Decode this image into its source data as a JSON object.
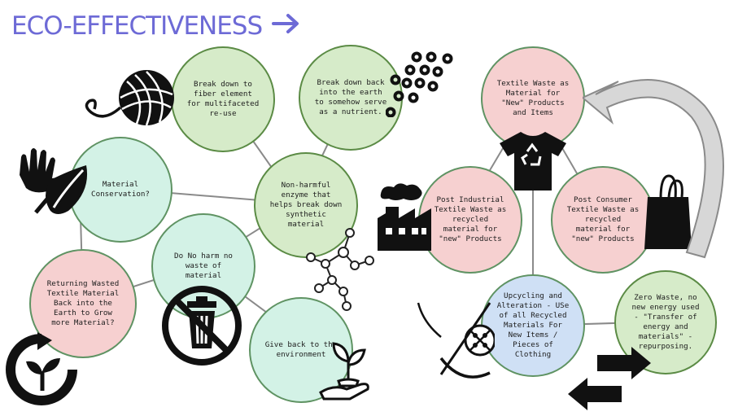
{
  "title": "ECO-EFFECTIVENESS",
  "nodes": {
    "fiber": "Break down to fiber element for multifaceted re-use",
    "earth": "Break down back into the earth to somehow serve as a nutrient.",
    "conservation": "Material Conservation?",
    "enzyme": "Non-harmful enzyme that helps break down synthetic material",
    "no_harm": "Do No harm no waste of material",
    "returning": "Returning Wasted Textile Material Back into the Earth to Grow more Material?",
    "give_back": "Give back to the environment",
    "textile_waste": "Textile Waste as Material for \"New\" Products and Items",
    "post_industrial": "Post Industrial Textile Waste as recycled material for \"new\" Products",
    "post_consumer": "Post Consumer Textile Waste as recycled material for \"new\" Products",
    "upcycling": "Upcycling and Alteration - USe of all Recycled Materials For New Items / Pieces of Clothing",
    "zero_waste": "Zero Waste, no new energy used - \"Transfer of energy and materials\" - repurposing."
  },
  "colors": {
    "title": "#6d6ad6",
    "green": "#d6ebc9",
    "mint": "#d3f2e6",
    "pink": "#f6d0d0",
    "blue": "#cfe0f5",
    "border": "#5b8b45",
    "connector": "#8a8a8a"
  },
  "icons": [
    "arrow-right-icon",
    "yarn-ball-icon",
    "seeds-icon",
    "hands-leaf-icon",
    "molecule-icon",
    "no-trash-icon",
    "recycle-sprout-icon",
    "hand-plant-icon",
    "recycle-tshirt-icon",
    "factory-icon",
    "shopping-bag-icon",
    "curved-arrow-icon",
    "needle-button-icon",
    "swap-arrows-icon"
  ]
}
